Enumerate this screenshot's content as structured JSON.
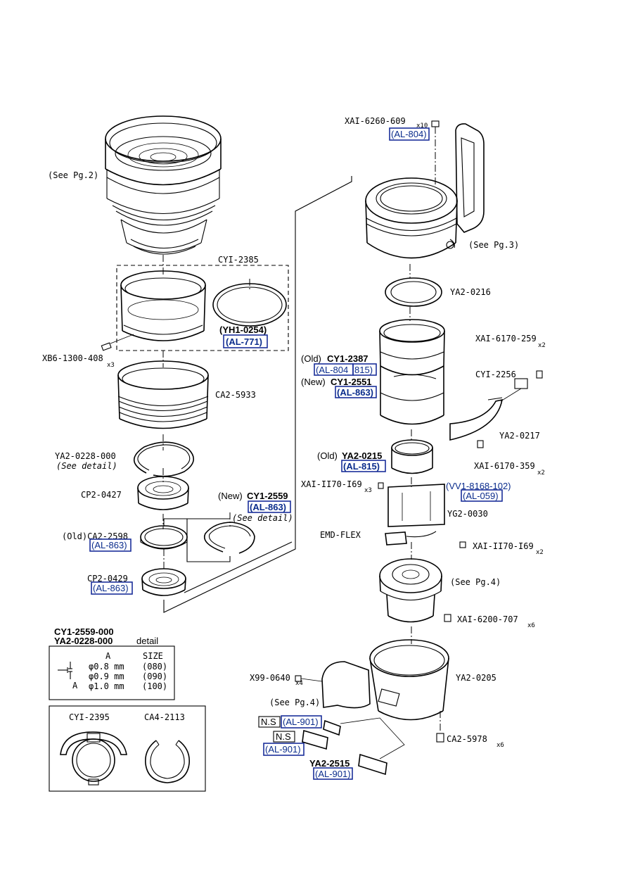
{
  "labels": {
    "see_pg2": "(See Pg.2)",
    "cy1_2385": "CYI-2385",
    "yh1_0254": "(YH1-0254)",
    "al_771": "(AL-771)",
    "xb6_1300_408": "XB6-1300-408",
    "xb6_qty": "x3",
    "ca2_5933": "CA2-5933",
    "ya2_0228_000": "YA2-0228-000",
    "see_detail_1": "(See detail)",
    "cp2_0427": "CP2-0427",
    "new_1": "(New)",
    "cy1_2559": "CY1-2559",
    "al_863_a": "(AL-863)",
    "see_detail_2": "(See detail)",
    "old_ca2_2598": "(Old)CA2-2598",
    "al_863_b": "(AL-863)",
    "cp2_0429": "CP2-0429",
    "al_863_c": "(AL-863)",
    "xa1_6260_609": "XAI-6260-609",
    "xa1_6260_qty": "x10",
    "al_804_a": "(AL-804)",
    "see_pg3": "(See Pg.3)",
    "ya2_0216": "YA2-0216",
    "xa1_6170_259": "XAI-6170-259",
    "xa1_6170_259_qty": "x2",
    "old_1": "(Old)",
    "cy1_2387": "CY1-2387",
    "al_804_b": "(AL-804",
    "al_815_a": "815)",
    "new_2": "(New)",
    "cy1_2551": "CY1-2551",
    "al_863_d": "(AL-863)",
    "cy1_2256": "CYI-2256",
    "ya2_0217": "YA2-0217",
    "xa1_6170_359": "XAI-6170-359",
    "xa1_6170_359_qty": "x2",
    "old_2": "(Old)",
    "ya2_0215": "YA2-0215",
    "al_815_b": "(AL-815)",
    "xa1_1170_169_a": "XAI-II70-I69",
    "xa1_1170_169_a_qty": "x3",
    "vv1_8168_102": "(VV1-8168-102)",
    "al_059": "(AL-059)",
    "yg2_0030": "YG2-0030",
    "emd_flex": "EMD-FLEX",
    "xa1_1170_169_b": "XAI-II70-I69",
    "xa1_1170_169_b_qty": "x2",
    "see_pg4_a": "(See Pg.4)",
    "xa1_6200_707": "XAI-6200-707",
    "xa1_6200_707_qty": "x6",
    "ya2_0205": "YA2-0205",
    "x99_0640": "X99-0640",
    "x99_0640_qty": "x4",
    "see_pg4_b": "(See Pg.4)",
    "ns_a": "N.S",
    "al_901_a": "(AL-901)",
    "ns_b": "N.S",
    "al_901_b": "(AL-901)",
    "ca2_5978": "CA2-5978",
    "ca2_5978_qty": "x6",
    "ya2_2515": "YA2-2515",
    "al_901_c": "(AL-901)"
  },
  "detail": {
    "title_1": "CY1-2559-000",
    "title_2": "YA2-0228-000",
    "title_suffix": "detail",
    "col_a": "A",
    "col_size": "SIZE",
    "a_marker": "A",
    "rows": [
      {
        "a": "φ0.8 mm",
        "size": "(080)"
      },
      {
        "a": "φ0.9 mm",
        "size": "(090)"
      },
      {
        "a": "φ1.0 mm",
        "size": "(100)"
      }
    ]
  },
  "inset": {
    "left_label": "CYI-2395",
    "right_label": "CA4-2113"
  },
  "colors": {
    "reference_box": "#1a2f9a",
    "reference_text": "#0a2c8c",
    "line": "#000000"
  }
}
